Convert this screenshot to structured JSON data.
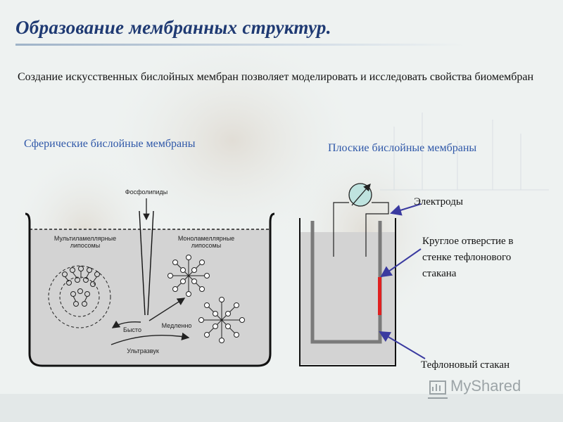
{
  "title": "Образование мембранных структур.",
  "intro": "Создание искусственных бислойных мембран позволяет моделировать и исследовать свойства биомембран",
  "left": {
    "heading": "Сферические бислойные мембраны",
    "phospholipids": "Фосфолипиды",
    "multilamellar": "Мультиламеллярные липосомы",
    "monolamellar": "Моноламеллярные липосомы",
    "fast": "Бысто",
    "slow": "Медленно",
    "ultrasound": "Ультразвук"
  },
  "right": {
    "heading": "Плоские бислойные мембраны",
    "electrodes": "Электроды",
    "hole_line1": "Круглое отверстие в",
    "hole_line2": "стенке тефлонового",
    "hole_line3": "стакана",
    "beaker": "Тефлоновый стакан"
  },
  "watermark": "MyShared",
  "colors": {
    "title": "#1f3a73",
    "heading": "#2e57a8",
    "membrane_hole": "#e02020",
    "arrow": "#3a3aa0",
    "water": "#d3d3d3",
    "meter": "#bfe3df"
  }
}
